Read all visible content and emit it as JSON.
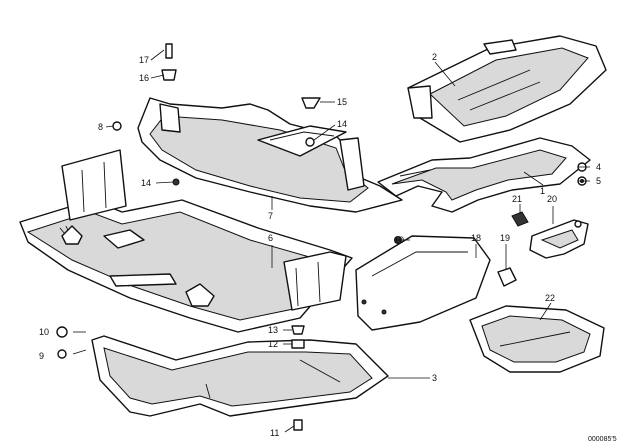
{
  "callouts": {
    "n1": "1",
    "n2": "2",
    "n3": "3",
    "n4": "4",
    "n5": "5",
    "n6": "6",
    "n7": "7",
    "n8": "8",
    "n9": "9",
    "n10a": "10",
    "n10b": "10",
    "n11": "11",
    "n12": "12",
    "n13": "13",
    "n14a": "14",
    "n14b": "14",
    "n15": "15",
    "n16": "16",
    "n17": "17",
    "n18": "18",
    "n19": "19",
    "n20": "20",
    "n21": "21",
    "n22": "22"
  },
  "diagram_code": "000085'5"
}
